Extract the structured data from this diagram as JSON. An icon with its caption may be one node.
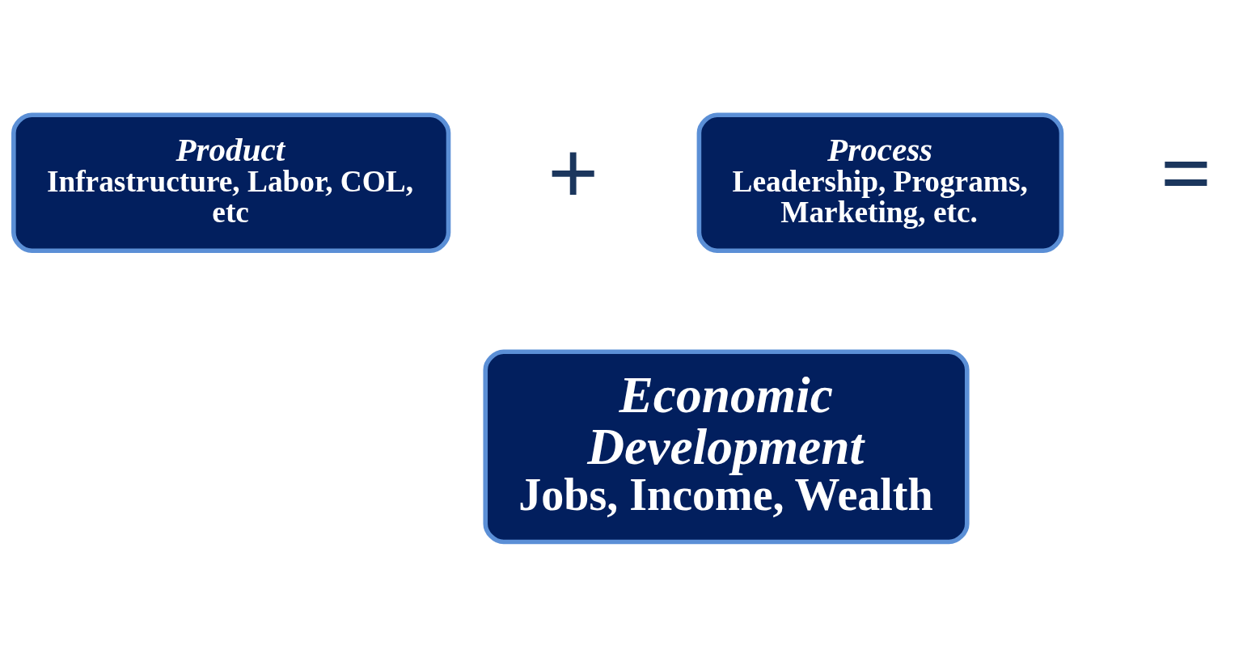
{
  "diagram": {
    "nodes": [
      {
        "text": [
          "Product",
          "Infrastructure, Labor, COL, etc"
        ]
      },
      {
        "text": [
          "Process",
          "Leadership, Programs, Marketing, etc."
        ]
      },
      {
        "text": [
          "Economic Development",
          "Jobs, Income, Wealth"
        ]
      }
    ],
    "edges": [],
    "labels": [
      "+",
      "="
    ]
  }
}
